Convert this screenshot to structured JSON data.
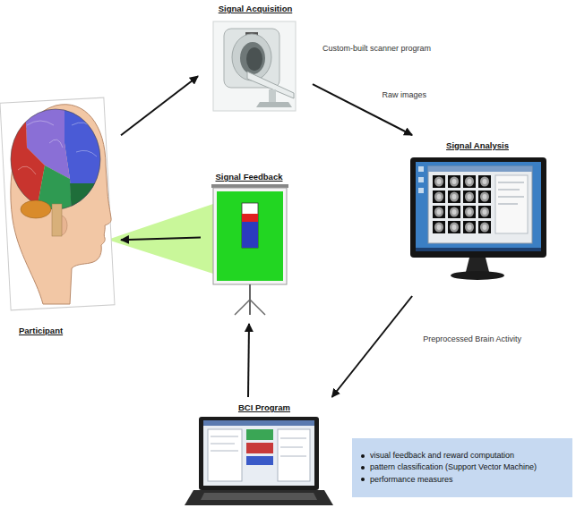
{
  "diagram": {
    "nodes": [
      {
        "text": [
          "Signal Acquisition"
        ]
      },
      {
        "text": [
          "Signal Feedback"
        ]
      },
      {
        "text": [
          "Signal Analysis"
        ]
      },
      {
        "text": [
          "Participant"
        ]
      },
      {
        "text": [
          "BCI Program"
        ]
      },
      {
        "text": [
          "visual feedback and reward computation",
          "pattern classification (Support Vector Machine)",
          "performance measures"
        ]
      }
    ],
    "edges": [
      {
        "from": 3,
        "to": 0,
        "arrow": "to"
      },
      {
        "from": 0,
        "to": 2,
        "label": "Raw images",
        "arrow": "to"
      },
      {
        "from": 2,
        "to": 4,
        "label": "Preprocessed Brain Activity",
        "arrow": "to"
      },
      {
        "from": 4,
        "to": 1,
        "arrow": "to"
      },
      {
        "from": 1,
        "to": 3,
        "arrow": "to"
      }
    ],
    "labels": [
      "Custom-built scanner program"
    ]
  }
}
